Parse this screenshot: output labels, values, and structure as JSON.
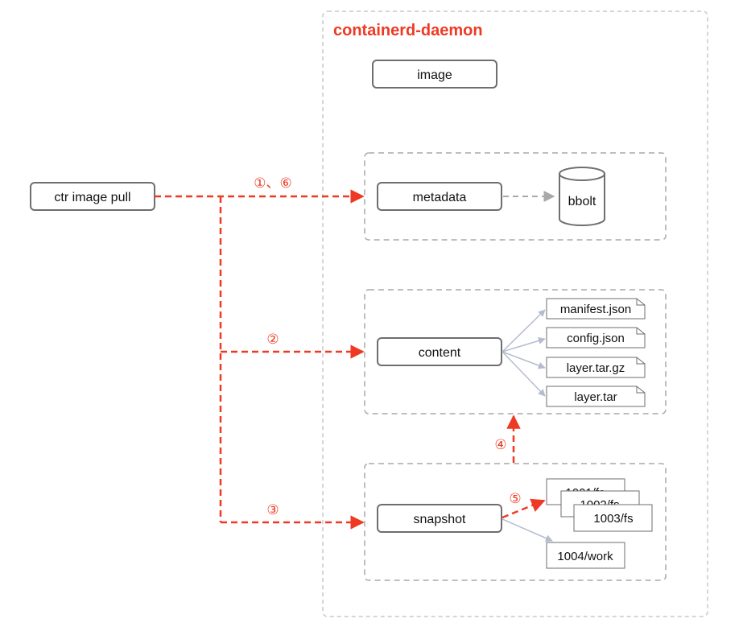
{
  "daemon": {
    "title": "containerd-daemon"
  },
  "client": {
    "label": "ctr image pull"
  },
  "image": {
    "label": "image"
  },
  "metadata": {
    "label": "metadata",
    "store": "bbolt"
  },
  "content": {
    "label": "content",
    "files": [
      "manifest.json",
      "config.json",
      "layer.tar.gz",
      "layer.tar"
    ]
  },
  "snapshot": {
    "label": "snapshot",
    "layers": [
      "1001/fs",
      "1002/fs",
      "1003/fs"
    ],
    "work": "1004/work"
  },
  "steps": {
    "s1": "①、⑥",
    "s2": "②",
    "s3": "③",
    "s4": "④",
    "s5": "⑤"
  },
  "colors": {
    "accent": "#ee3a24",
    "box_border": "#6e6e6e",
    "dash_gray": "#a9a9a9",
    "fan_arrow": "#b6bccf",
    "text": "#111111"
  }
}
